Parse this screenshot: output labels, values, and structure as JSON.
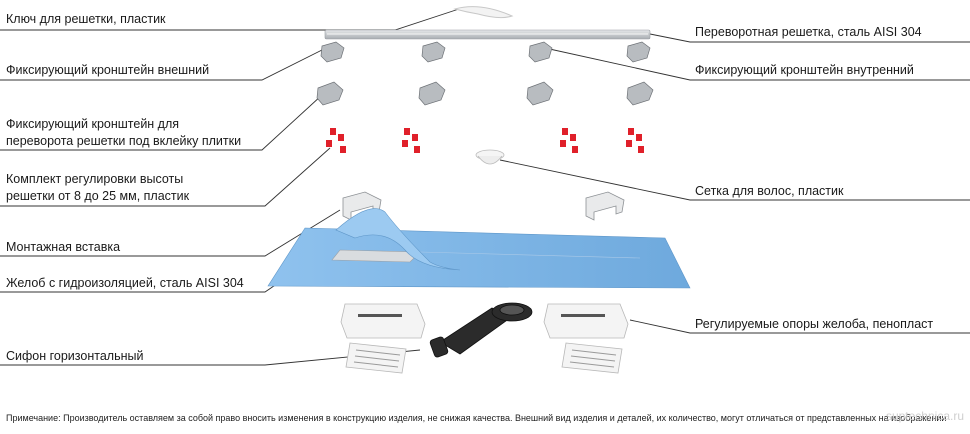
{
  "labels": {
    "key": "Ключ для решетки, пластик",
    "grate": "Переворотная решетка, сталь AISI 304",
    "bracket_outer": "Фиксирующий кронштейн внешний",
    "bracket_inner": "Фиксирующий кронштейн внутренний",
    "bracket_tile_1": "Фиксирующий кронштейн для",
    "bracket_tile_2": "переворота решетки под вклейку плитки",
    "height_kit_1": "Комплект регулировки высоты",
    "height_kit_2": "решетки от 8 до 25 мм, пластик",
    "hair_net": "Сетка для волос, пластик",
    "mount_insert": "Монтажная вставка",
    "channel": "Желоб с гидроизоляцией, сталь AISI 304",
    "supports": "Регулируемые опоры желоба, пенопласт",
    "siphon": "Сифон горизонтальный"
  },
  "note": "Примечание: Производитель оставляем за собой право вносить изменения в конструкцию изделия, не снижая качества. Внешний вид изделия и деталей, их количество, могут отличаться от представленных на изображении",
  "watermark": "suptechnica.ru",
  "colors": {
    "line": "#333333",
    "membrane": "#7fb6e6",
    "steel": "#c9ccd0",
    "red": "#e0202a",
    "siphon": "#2b2b2b",
    "foam": "#f2f2f2"
  }
}
